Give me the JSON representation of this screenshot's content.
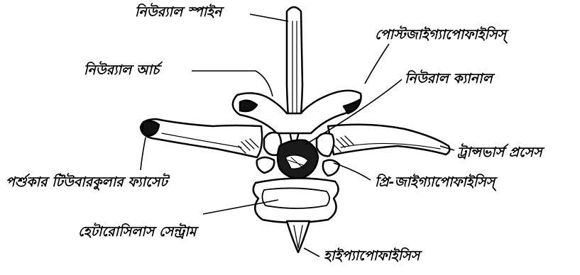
{
  "labels": {
    "neural_spine": "নিউর‍্যাল স্পাইন",
    "postzygapophysis": "পোস্টজাইগ্যাপোফাইসিস্",
    "neural_arch": "নিউর‍্যাল আর্চ",
    "neural_canal": "নিউরাল ক্যানাল",
    "transverse_process": "ট্রান্সভার্স প্রসেস",
    "rib_tubercular_facet": "পর্শুকার টিউবারকুলার ফ্যাসেট",
    "prezygapophysis": "প্রি-জাইগ্যাপোফাইসিস্",
    "heterocoelous_centrum": "হেটারোসিলাস সেন্ট্রাম",
    "hypapophysis": "হাইপ্যাপোফাইসিস"
  }
}
